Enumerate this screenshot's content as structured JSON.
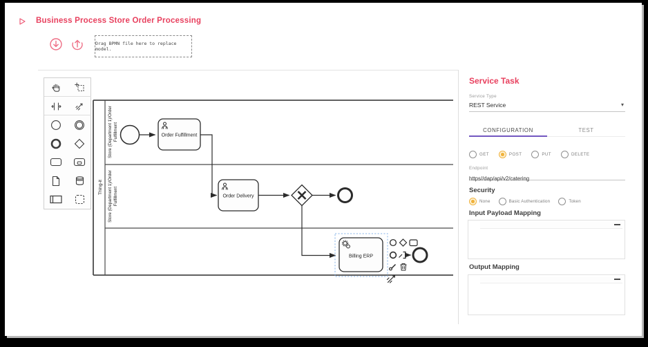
{
  "header": {
    "title": "Business Process Store Order Processing",
    "drop_zone_text": "Drag BPMN file here to replace model.",
    "icons": [
      "play-icon",
      "download-icon",
      "upload-icon"
    ]
  },
  "palette": {
    "tools": [
      "hand-tool",
      "lasso-tool",
      "space-tool",
      "global-connect-tool",
      "create-start-event",
      "create-intermediate-event",
      "create-end-event",
      "create-gateway",
      "create-task",
      "create-subprocess",
      "create-data-object",
      "create-data-store",
      "create-participant",
      "create-group"
    ]
  },
  "diagram": {
    "pool_label": "Thing-it",
    "lanes": [
      {
        "lines": [
          "Store (Department 1)/Order",
          "Fulfillment"
        ]
      },
      {
        "lines": [
          "Store (Department 1)/Order",
          "Fulfillment"
        ]
      },
      {
        "lines": [
          "",
          ""
        ]
      }
    ],
    "tasks": {
      "order_fulfillment": "Order Fulfillment",
      "order_delivery": "Order Delivery",
      "billing_erp": "Billing ERP"
    },
    "selected_element": "Billing ERP"
  },
  "panel": {
    "title": "Service Task",
    "service_type_label": "Service Type",
    "service_type_value": "REST Service",
    "tabs": [
      "CONFIGURATION",
      "TEST"
    ],
    "active_tab": "CONFIGURATION",
    "methods": [
      {
        "label": "GET",
        "selected": false
      },
      {
        "label": "POST",
        "selected": true
      },
      {
        "label": "PUT",
        "selected": false
      },
      {
        "label": "DELETE",
        "selected": false
      }
    ],
    "endpoint_label": "Endpoint",
    "endpoint_value": "https//dap/api/v2/catering",
    "security_label": "Security",
    "security_options": [
      {
        "label": "None",
        "selected": true
      },
      {
        "label": "Basic Authentication",
        "selected": false
      },
      {
        "label": "Token",
        "selected": false
      }
    ],
    "input_mapping_label": "Input Payload Mapping",
    "output_mapping_label": "Output Mapping"
  },
  "colors": {
    "accent_pink": "#e8405e",
    "tab_underline_purple": "#7257c0",
    "radio_selected_amber": "#f0b23c",
    "selection_blue": "#8ab4e8"
  }
}
